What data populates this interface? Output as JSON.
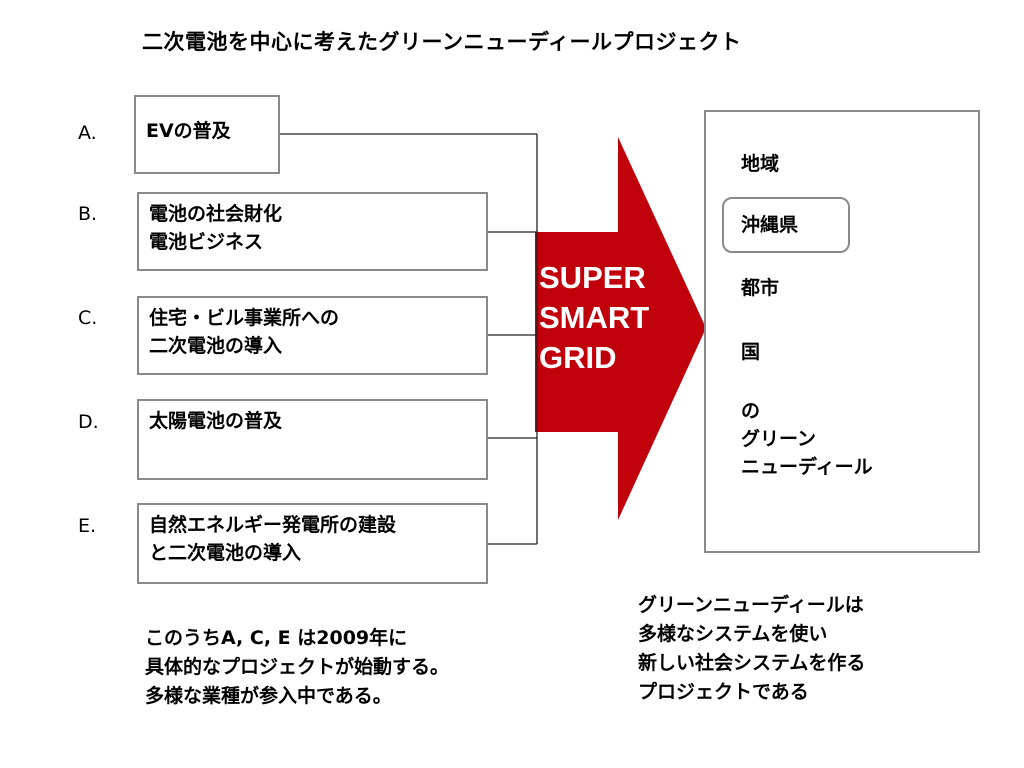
{
  "title": "二次電池を中心に考えたグリーンニューディールプロジェクト",
  "items": [
    {
      "letter": "A.",
      "lines": [
        "EVの普及"
      ]
    },
    {
      "letter": "B.",
      "lines": [
        "電池の社会財化",
        "電池ビジネス"
      ]
    },
    {
      "letter": "C.",
      "lines": [
        "住宅・ビル事業所への",
        "二次電池の導入"
      ]
    },
    {
      "letter": "D.",
      "lines": [
        "太陽電池の普及"
      ]
    },
    {
      "letter": "E.",
      "lines": [
        "自然エネルギー発電所の建設",
        "と二次電池の導入"
      ]
    }
  ],
  "arrow": {
    "lines": [
      "SUPER",
      "SMART",
      "GRID"
    ],
    "color": "#c0000a"
  },
  "right_box": {
    "items": [
      "地域",
      "沖縄県",
      "都市",
      "国"
    ],
    "tail": [
      "の",
      "グリーン",
      "ニューディール"
    ]
  },
  "note_left": [
    "このうちA, C, E は2009年に",
    "具体的なプロジェクトが始動する。",
    "多様な業種が参入中である。"
  ],
  "note_right": [
    "グリーンニューディールは",
    "多様なシステムを使い",
    "新しい社会システムを作る",
    "プロジェクトである"
  ]
}
